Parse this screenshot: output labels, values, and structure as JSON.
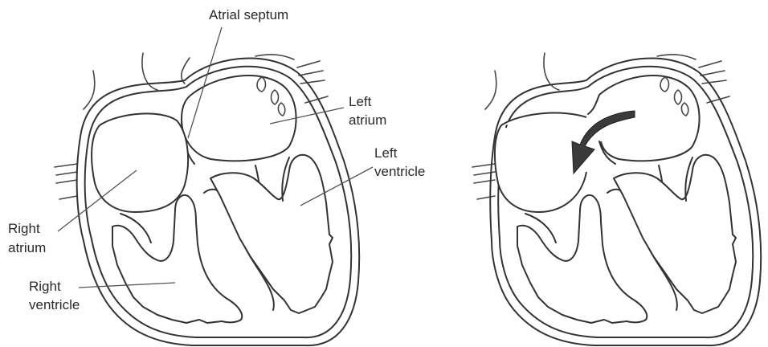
{
  "labels": {
    "atrial_septum": "Atrial septum",
    "left_atrium_1": "Left",
    "left_atrium_2": "atrium",
    "left_ventricle_1": "Left",
    "left_ventricle_2": "ventricle",
    "right_atrium_1": "Right",
    "right_atrium_2": "atrium",
    "right_ventricle_1": "Right",
    "right_ventricle_2": "ventricle"
  },
  "colors": {
    "line": "#333333",
    "arrow_fill": "#3a3a3a",
    "background": "#ffffff"
  }
}
